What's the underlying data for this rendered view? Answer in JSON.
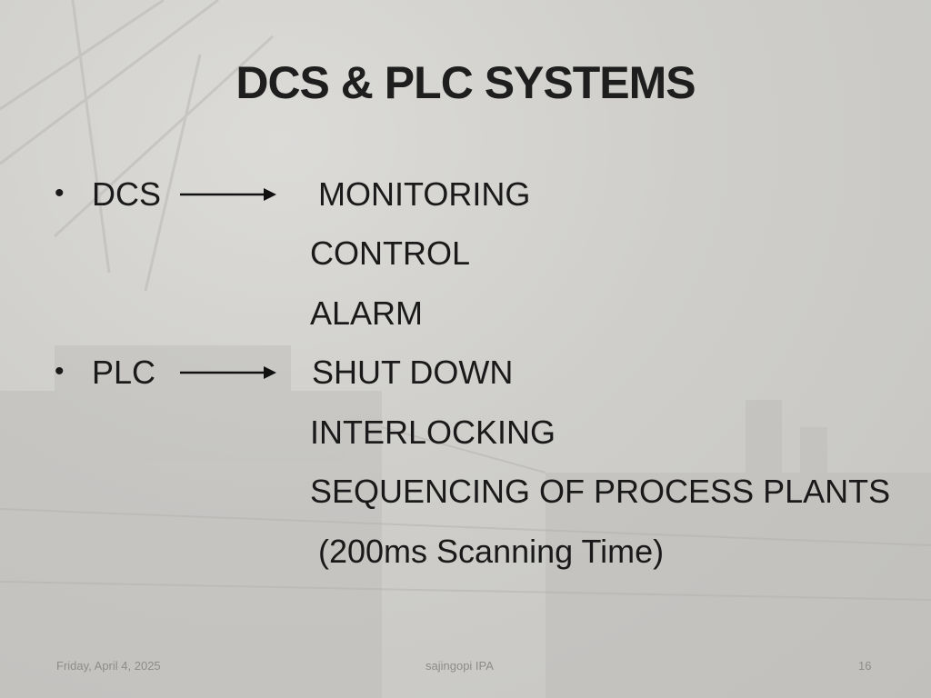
{
  "slide": {
    "title": "DCS & PLC SYSTEMS",
    "bullets": [
      {
        "label": "DCS",
        "items": [
          "MONITORING",
          "CONTROL",
          "ALARM"
        ]
      },
      {
        "label": "PLC",
        "items": [
          "SHUT DOWN",
          "INTERLOCKING",
          "SEQUENCING OF PROCESS PLANTS"
        ]
      }
    ],
    "note": "(200ms Scanning Time)",
    "bullet_glyph": "•",
    "icons": {
      "arrow": "right-arrow-icon"
    }
  },
  "footer": {
    "date": "Friday, April 4, 2025",
    "author": "sajingopi IPA",
    "page_number": "16"
  }
}
